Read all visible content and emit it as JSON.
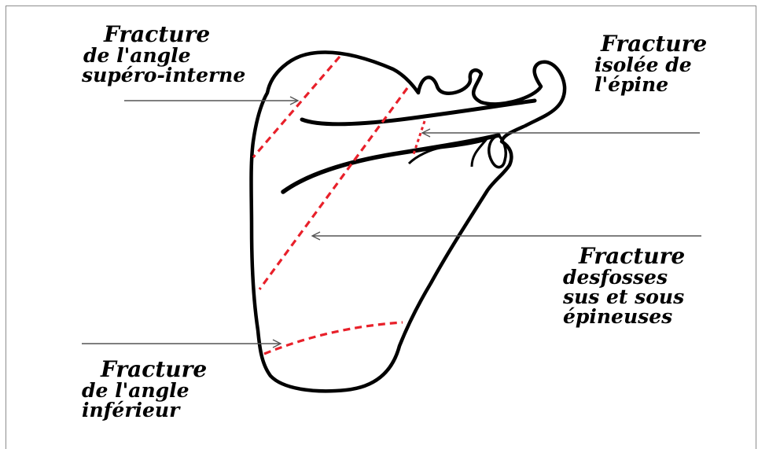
{
  "labels": {
    "superior_angle": {
      "line1": "Fracture",
      "line2": "de l'angle",
      "line3": "supéro-interne"
    },
    "spine": {
      "line1": "Fracture",
      "line2": "isolée de",
      "line3": "l'épine"
    },
    "fossae": {
      "line1": "Fracture",
      "line2": "desfosses",
      "line3": "sus et sous",
      "line4": "épineuses"
    },
    "inferior_angle": {
      "line1": "Fracture",
      "line2": "de l'angle",
      "line3": "inférieur"
    }
  },
  "colors": {
    "outline": "#000000",
    "fracture_line": "#e8202a",
    "pointer": "#555555"
  }
}
